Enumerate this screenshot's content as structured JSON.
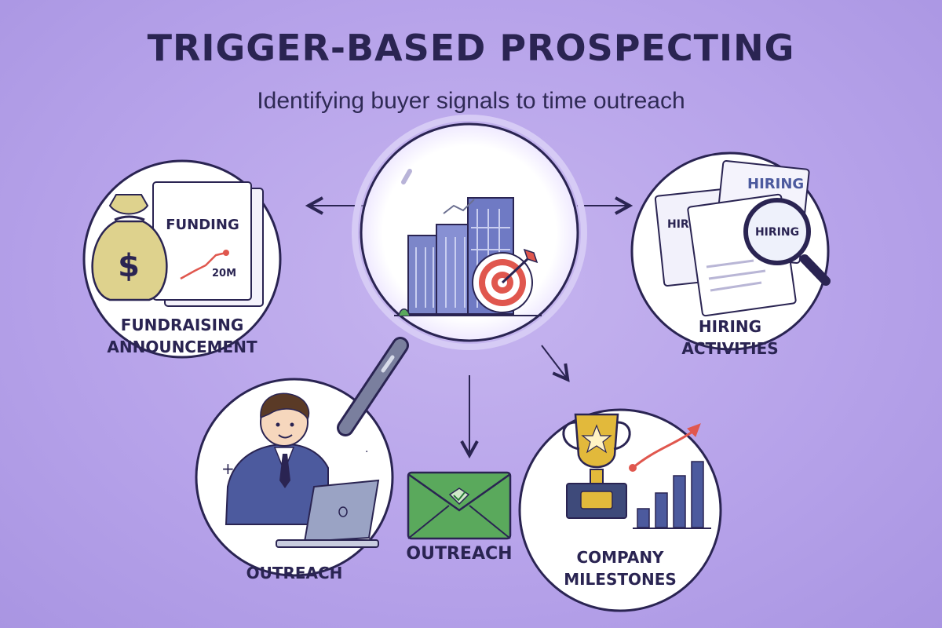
{
  "header": {
    "title": "TRIGGER-BASED PROSPECTING",
    "subtitle": "Identifying buyer signals to time outreach"
  },
  "nodes": {
    "fundraising": {
      "doc_text": "FUNDING",
      "doc_year": "20M",
      "label_line1": "FUNDRAISING",
      "label_line2": "ANNOUNCEMENT"
    },
    "hiring": {
      "doc_text_1": "HIRING",
      "doc_text_2": "HIRIE",
      "doc_text_3": "HIRING",
      "label_line1": "HIRING",
      "label_line2": "ACTIVITIES"
    },
    "outreach_person": {
      "label": "OUTREACH"
    },
    "outreach_center": {
      "label": "OUTREACH"
    },
    "milestones": {
      "label_line1": "COMPANY",
      "label_line2": "MILESTONES"
    }
  },
  "colors": {
    "background": "#b7a3ea",
    "ink": "#2a2452",
    "target_red": "#e0574e",
    "envelope_green": "#5aa95c",
    "trophy_gold": "#e2b93b",
    "bar_blue": "#4c5a9e"
  }
}
